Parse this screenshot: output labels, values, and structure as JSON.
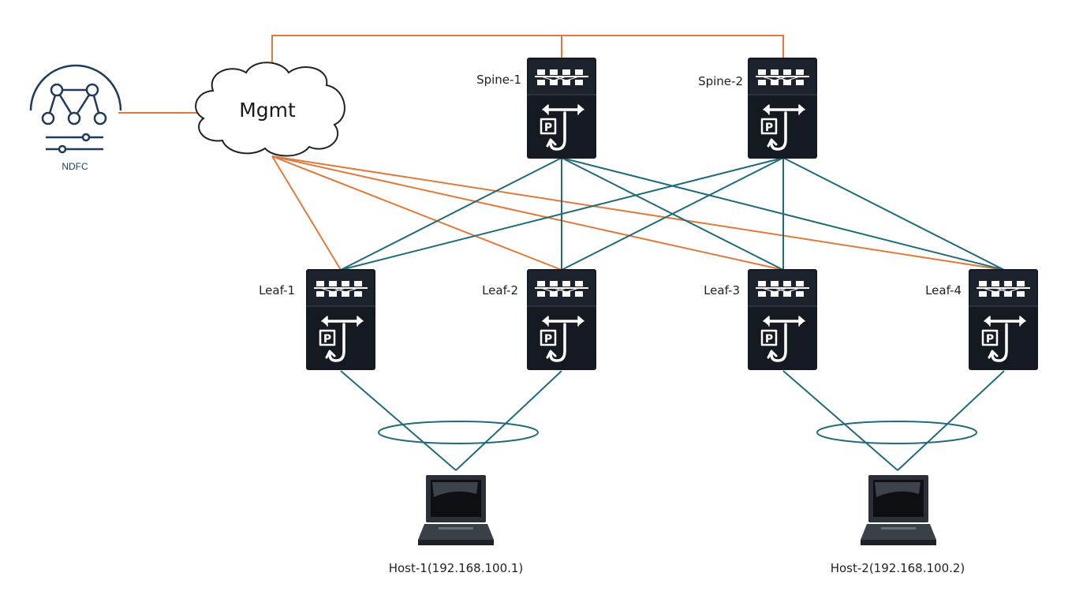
{
  "colors": {
    "mgmt_link": "#e07a3a",
    "fabric_link": "#1f6b7a",
    "switch_body": "#151a22",
    "switch_glyph": "#ffffff",
    "controller": "#1e3a5c",
    "cloud_stroke": "#222222"
  },
  "controller": {
    "label": "NDFC",
    "icon": "ndfc-controller-icon"
  },
  "cloud": {
    "label": "Mgmt",
    "icon": "cloud-icon"
  },
  "spines": [
    {
      "label": "Spine-1",
      "icon": "nexus-switch-icon"
    },
    {
      "label": "Spine-2",
      "icon": "nexus-switch-icon"
    }
  ],
  "leaves": [
    {
      "label": "Leaf-1",
      "icon": "nexus-switch-icon"
    },
    {
      "label": "Leaf-2",
      "icon": "nexus-switch-icon"
    },
    {
      "label": "Leaf-3",
      "icon": "nexus-switch-icon"
    },
    {
      "label": "Leaf-4",
      "icon": "nexus-switch-icon"
    }
  ],
  "hosts": [
    {
      "label": "Host-1(192.168.100.1)",
      "icon": "laptop-icon"
    },
    {
      "label": "Host-2(192.168.100.2)",
      "icon": "laptop-icon"
    }
  ]
}
